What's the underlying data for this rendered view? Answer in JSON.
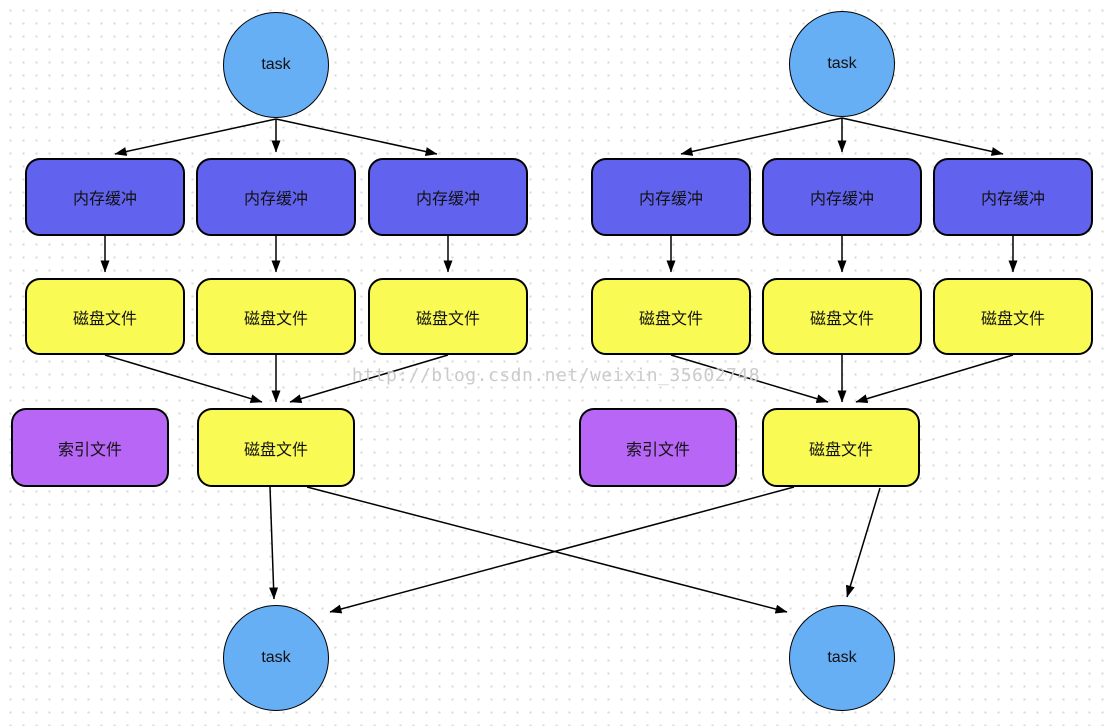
{
  "diagram": {
    "watermark": "http://blog.csdn.net/weixin_35602748",
    "labels": {
      "task": "task",
      "memory_buffer": "内存缓冲",
      "disk_file": "磁盘文件",
      "index_file": "索引文件"
    },
    "colors": {
      "task_fill": "#66AFF5",
      "memory_buffer_fill": "#6163EE",
      "disk_file_fill": "#FAFA55",
      "index_file_fill": "#B766F5",
      "node_border": "#000000",
      "edge": "#000000",
      "watermark_text": "#CBCBCB",
      "background": "#FFFFFF",
      "grid_dot": "#DADADA"
    },
    "graph": {
      "nodes": [
        {
          "id": "task-top-left",
          "label": "task",
          "shape": "circle"
        },
        {
          "id": "memory-buffer-left-1",
          "label": "内存缓冲",
          "shape": "rect"
        },
        {
          "id": "memory-buffer-left-2",
          "label": "内存缓冲",
          "shape": "rect"
        },
        {
          "id": "memory-buffer-left-3",
          "label": "内存缓冲",
          "shape": "rect"
        },
        {
          "id": "disk-file-left-1",
          "label": "磁盘文件",
          "shape": "rect"
        },
        {
          "id": "disk-file-left-2",
          "label": "磁盘文件",
          "shape": "rect"
        },
        {
          "id": "disk-file-left-3",
          "label": "磁盘文件",
          "shape": "rect"
        },
        {
          "id": "index-file-left",
          "label": "索引文件",
          "shape": "rect"
        },
        {
          "id": "disk-file-merged-left",
          "label": "磁盘文件",
          "shape": "rect"
        },
        {
          "id": "task-bottom-left",
          "label": "task",
          "shape": "circle"
        },
        {
          "id": "task-top-right",
          "label": "task",
          "shape": "circle"
        },
        {
          "id": "memory-buffer-right-1",
          "label": "内存缓冲",
          "shape": "rect"
        },
        {
          "id": "memory-buffer-right-2",
          "label": "内存缓冲",
          "shape": "rect"
        },
        {
          "id": "memory-buffer-right-3",
          "label": "内存缓冲",
          "shape": "rect"
        },
        {
          "id": "disk-file-right-1",
          "label": "磁盘文件",
          "shape": "rect"
        },
        {
          "id": "disk-file-right-2",
          "label": "磁盘文件",
          "shape": "rect"
        },
        {
          "id": "disk-file-right-3",
          "label": "磁盘文件",
          "shape": "rect"
        },
        {
          "id": "index-file-right",
          "label": "索引文件",
          "shape": "rect"
        },
        {
          "id": "disk-file-merged-right",
          "label": "磁盘文件",
          "shape": "rect"
        },
        {
          "id": "task-bottom-right",
          "label": "task",
          "shape": "circle"
        }
      ],
      "edges": [
        [
          "task-top-left",
          "memory-buffer-left-1"
        ],
        [
          "task-top-left",
          "memory-buffer-left-2"
        ],
        [
          "task-top-left",
          "memory-buffer-left-3"
        ],
        [
          "memory-buffer-left-1",
          "disk-file-left-1"
        ],
        [
          "memory-buffer-left-2",
          "disk-file-left-2"
        ],
        [
          "memory-buffer-left-3",
          "disk-file-left-3"
        ],
        [
          "disk-file-left-1",
          "disk-file-merged-left"
        ],
        [
          "disk-file-left-2",
          "disk-file-merged-left"
        ],
        [
          "disk-file-left-3",
          "disk-file-merged-left"
        ],
        [
          "disk-file-merged-left",
          "task-bottom-left"
        ],
        [
          "disk-file-merged-left",
          "task-bottom-right"
        ],
        [
          "task-top-right",
          "memory-buffer-right-1"
        ],
        [
          "task-top-right",
          "memory-buffer-right-2"
        ],
        [
          "task-top-right",
          "memory-buffer-right-3"
        ],
        [
          "memory-buffer-right-1",
          "disk-file-right-1"
        ],
        [
          "memory-buffer-right-2",
          "disk-file-right-2"
        ],
        [
          "memory-buffer-right-3",
          "disk-file-right-3"
        ],
        [
          "disk-file-right-1",
          "disk-file-merged-right"
        ],
        [
          "disk-file-right-2",
          "disk-file-merged-right"
        ],
        [
          "disk-file-right-3",
          "disk-file-merged-right"
        ],
        [
          "disk-file-merged-right",
          "task-bottom-left"
        ],
        [
          "disk-file-merged-right",
          "task-bottom-right"
        ]
      ]
    }
  }
}
